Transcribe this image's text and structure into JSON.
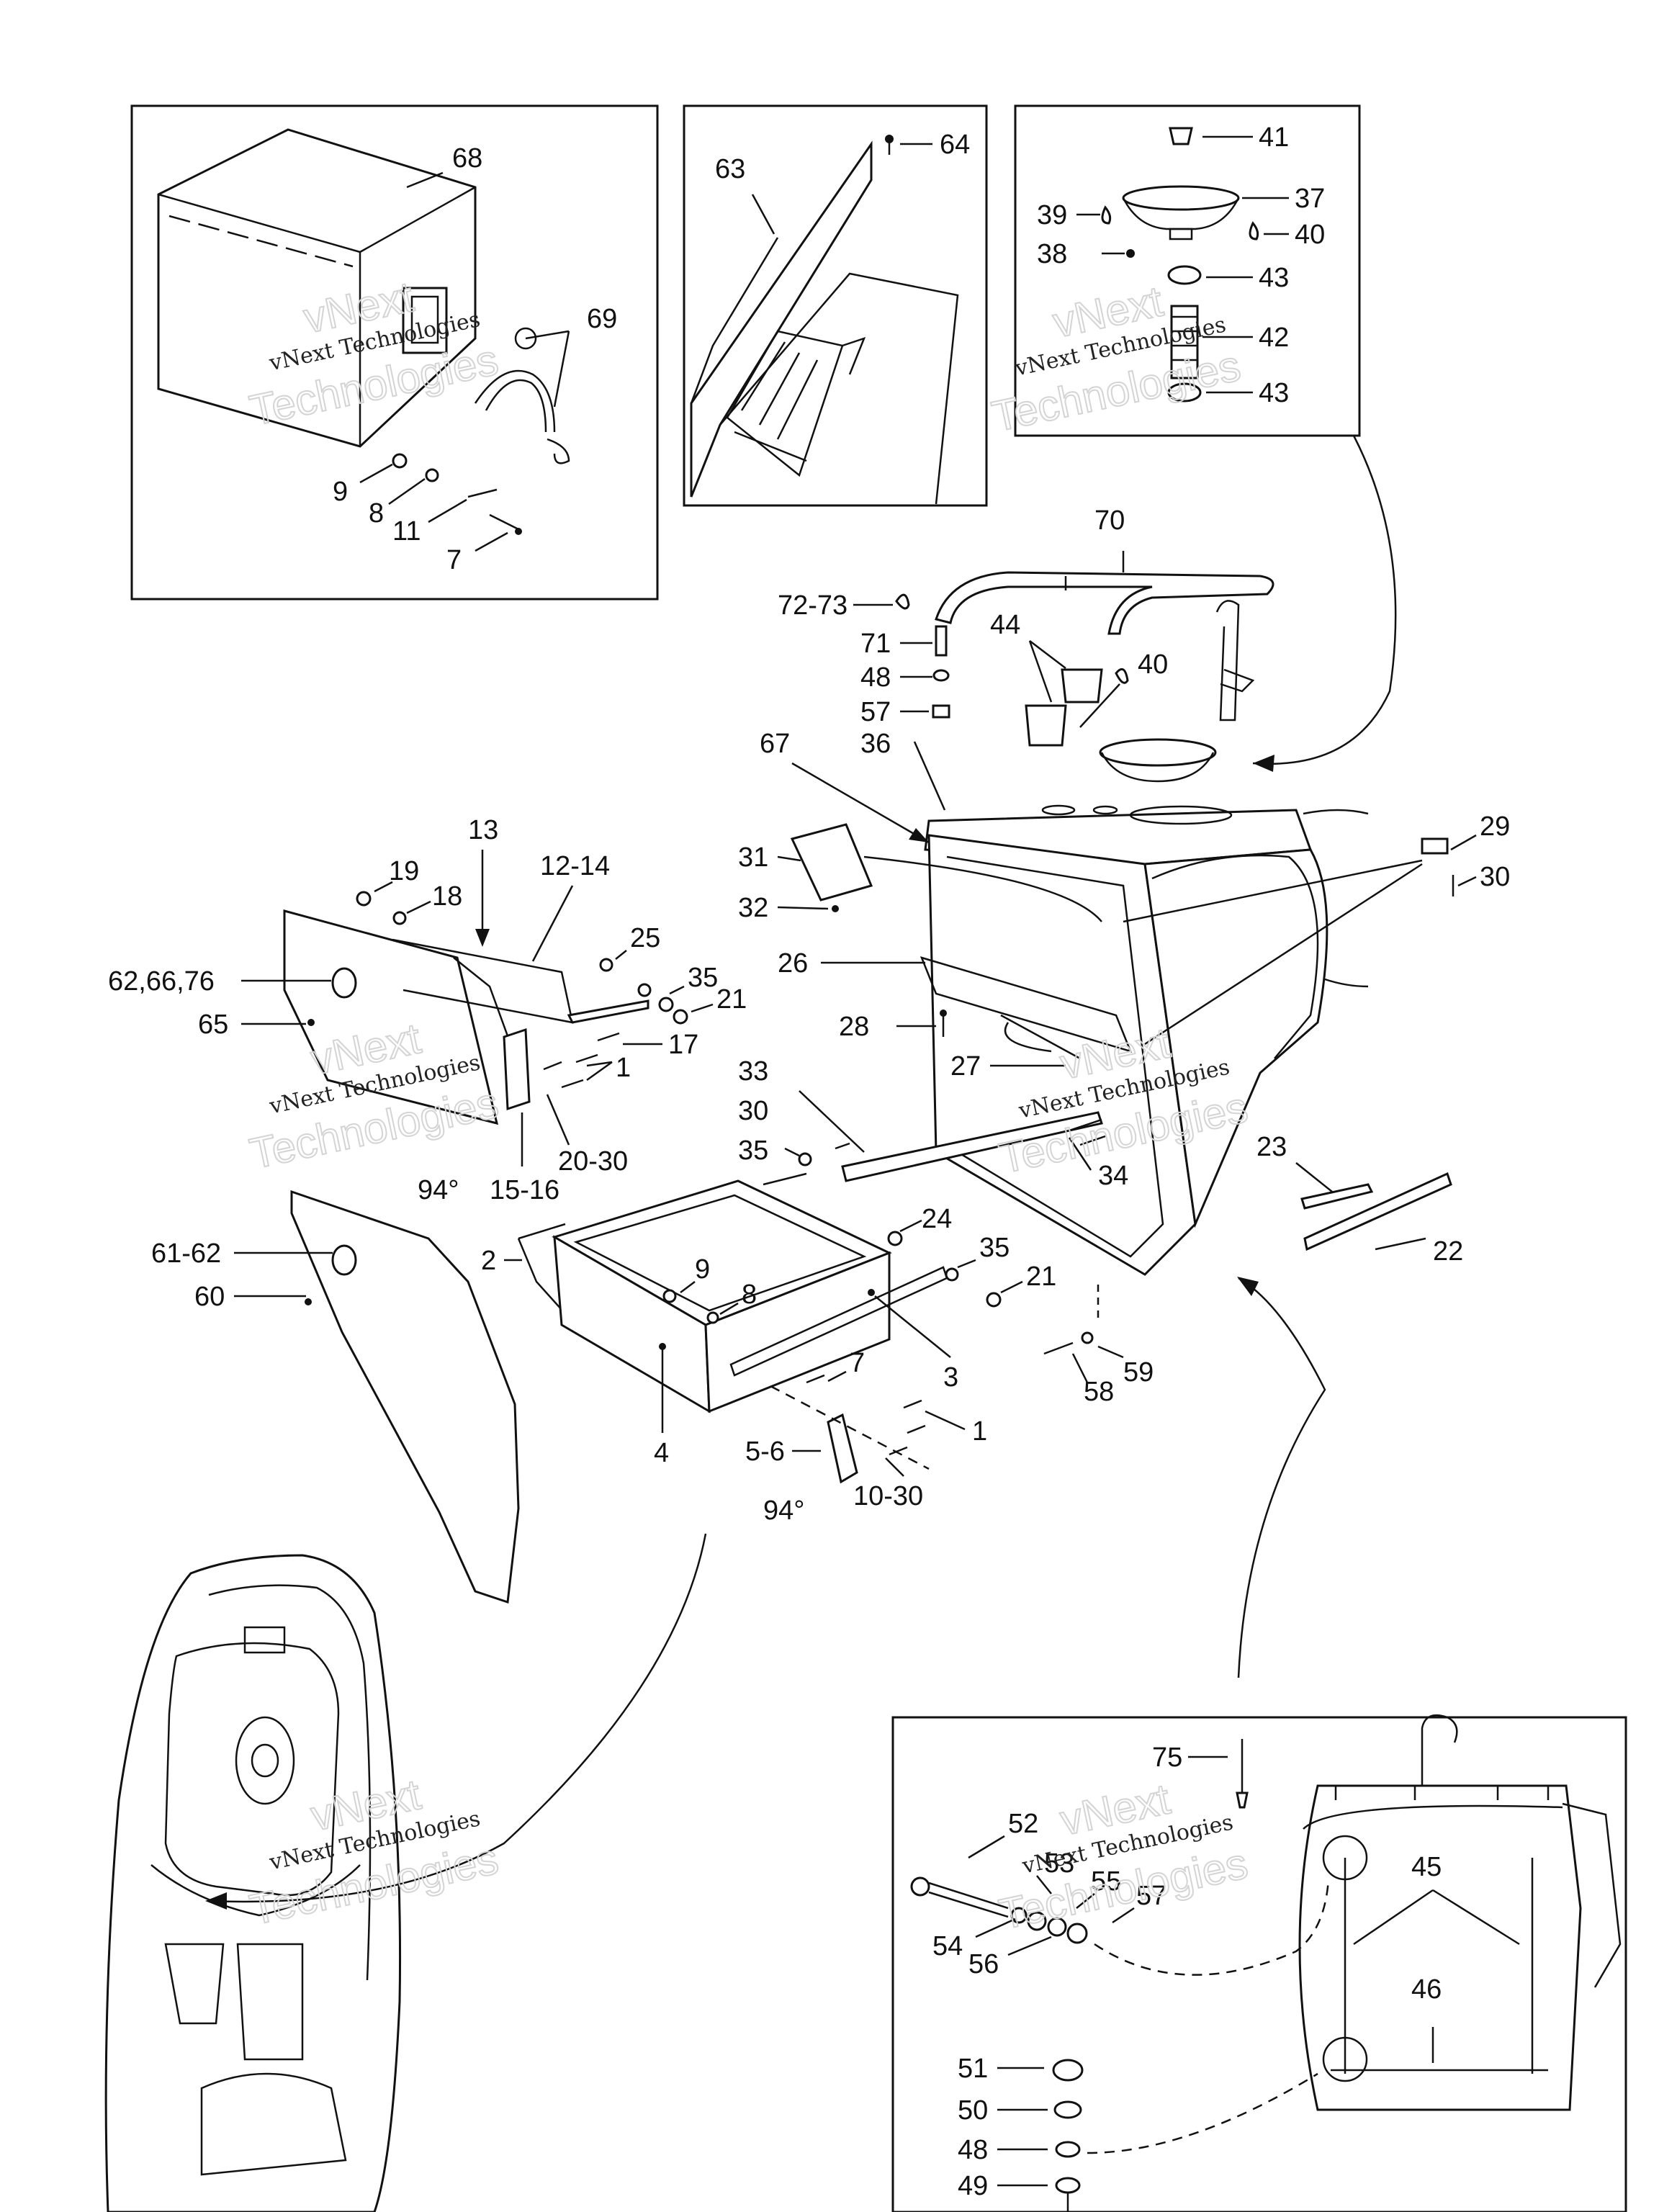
{
  "watermarks": {
    "text_line1": "vNext",
    "text_line2": "vNext Technologies",
    "text_line3": "Technologies"
  },
  "labels": {
    "l68": "68",
    "l69": "69",
    "l9a": "9",
    "l8a": "8",
    "l11": "11",
    "l7a": "7",
    "l63": "63",
    "l64": "64",
    "l41": "41",
    "l37": "37",
    "l39": "39",
    "l40a": "40",
    "l38": "38",
    "l43a": "43",
    "l42": "42",
    "l43b": "43",
    "l70": "70",
    "l7273": "72-73",
    "l71": "71",
    "l48a": "48",
    "l57a": "57",
    "l44": "44",
    "l40b": "40",
    "l36": "36",
    "l67": "67",
    "l29": "29",
    "l30a": "30",
    "l31": "31",
    "l32": "32",
    "l13": "13",
    "l1214": "12-14",
    "l19": "19",
    "l18": "18",
    "l25": "25",
    "l35a": "35",
    "l21a": "21",
    "l626676": "62,66,76",
    "l65": "65",
    "l17": "17",
    "l1a": "1",
    "l2030": "20-30",
    "l94a": "94°",
    "l1516": "15-16",
    "l26": "26",
    "l28": "28",
    "l27": "27",
    "l33": "33",
    "l30b": "30",
    "l35b": "35",
    "l34": "34",
    "l23": "23",
    "l22": "22",
    "l6162": "61-62",
    "l60": "60",
    "l2": "2",
    "l24": "24",
    "l35c": "35",
    "l21b": "21",
    "l9b": "9",
    "l8b": "8",
    "l3": "3",
    "l7b": "7",
    "l4": "4",
    "l59": "59",
    "l58": "58",
    "l1b": "1",
    "l56": "5-6",
    "l94b": "94°",
    "l1030": "10-30",
    "l75": "75",
    "l52": "52",
    "l53": "53",
    "l55": "55",
    "l57b": "57",
    "l54": "54",
    "l56b": "56",
    "l45": "45",
    "l46": "46",
    "l51": "51",
    "l50": "50",
    "l48b": "48",
    "l49": "49"
  }
}
